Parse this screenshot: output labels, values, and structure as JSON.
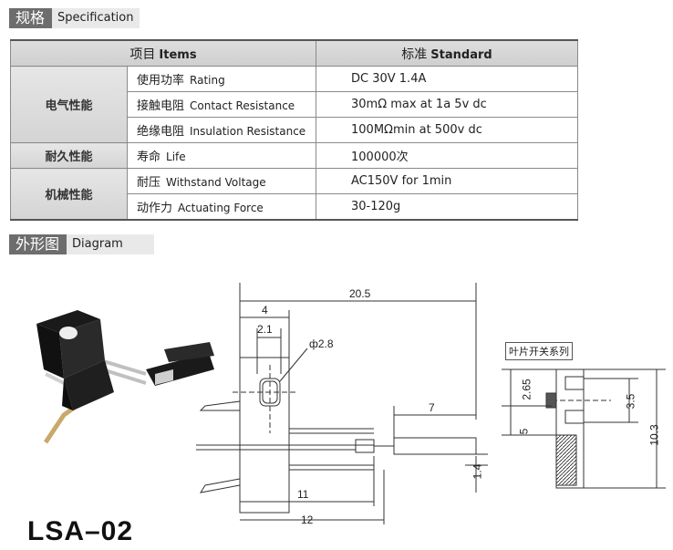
{
  "spec_section": {
    "cn": "规格",
    "en": "Specification"
  },
  "table": {
    "header_items_cn": "项目",
    "header_items_en": "Items",
    "header_std_cn": "标准",
    "header_std_en": "Standard",
    "rows": [
      {
        "cat": "电气性能",
        "item_cn": "使用功率",
        "item_en": "Rating",
        "value": "DC 30V 1.4A"
      },
      {
        "item_cn": "接触电阻",
        "item_en": "Contact Resistance",
        "value": "30mΩ max at 1a 5v dc"
      },
      {
        "item_cn": "绝缘电阻",
        "item_en": "Insulation Resistance",
        "value": "100MΩmin at 500v dc"
      },
      {
        "cat": "耐久性能",
        "item_cn": "寿命",
        "item_en": "Life",
        "value": "100000次"
      },
      {
        "cat": "机械性能",
        "item_cn": "耐压",
        "item_en": "Withstand Voltage",
        "value": "AC150V for 1min"
      },
      {
        "item_cn": "动作力",
        "item_en": "Actuating Force",
        "value": "30-120g"
      }
    ]
  },
  "diagram_section": {
    "cn": "外形图",
    "en": "Diagram"
  },
  "dims": {
    "d205": "20.5",
    "d4": "4",
    "d21": "2.1",
    "dphi": "ф2.8",
    "d7": "7",
    "d14": "1.4",
    "d11": "11",
    "d12": "12",
    "d265": "2.65",
    "d35": "3.5",
    "d5": "5",
    "d103": "10.3"
  },
  "side_tag": "叶片开关系列",
  "model": "LSA–02"
}
